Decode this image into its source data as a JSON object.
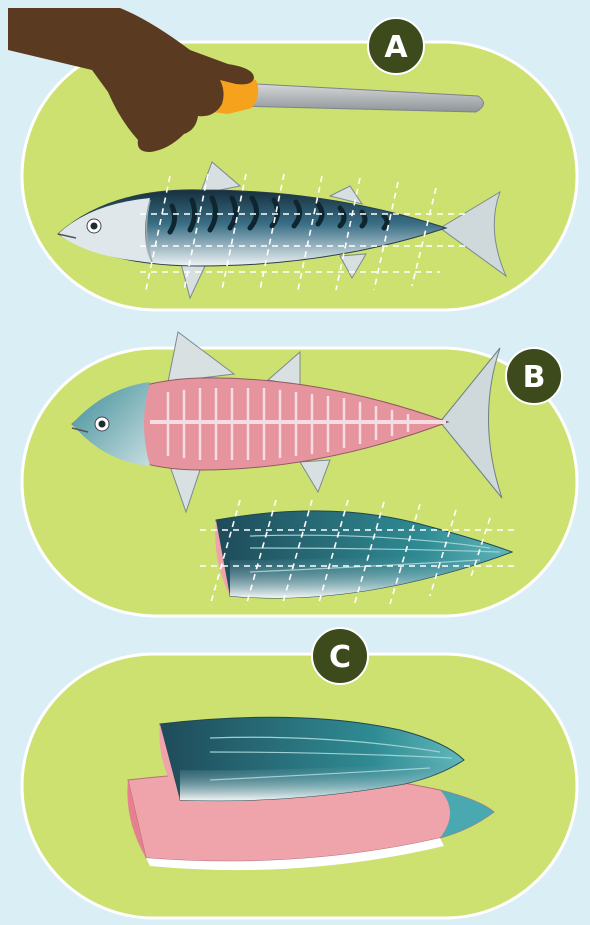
{
  "steps": [
    {
      "label": "A"
    },
    {
      "label": "B"
    },
    {
      "label": "C"
    }
  ],
  "colors": {
    "background": "#d9eef5",
    "panel": "#cde170",
    "badge": "#3d4a1c",
    "knife_handle": "#f7a21c",
    "skin": "#5b3a22",
    "fish_dark": "#1d3a4c",
    "fish_belly": "#e8eef0",
    "flesh": "#e6949e",
    "fillet_flesh": "#efa3aa"
  },
  "icons": [
    "hand-with-fillet-knife",
    "whole-mackerel",
    "filleted-fish-with-bones",
    "fillet-with-cut-guides",
    "two-fillets"
  ]
}
